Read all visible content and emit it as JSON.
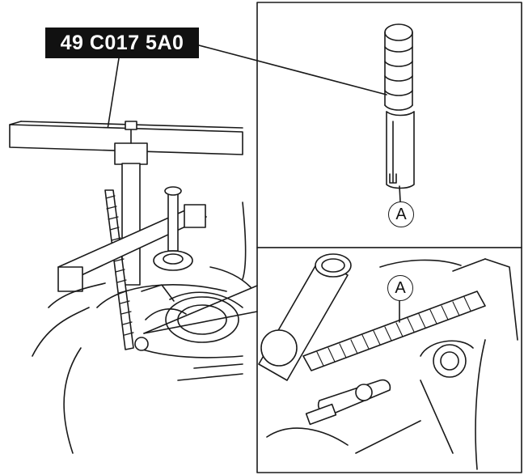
{
  "tool_number": "49 C017 5A0",
  "callouts": {
    "top": "A",
    "bottom": "A"
  }
}
